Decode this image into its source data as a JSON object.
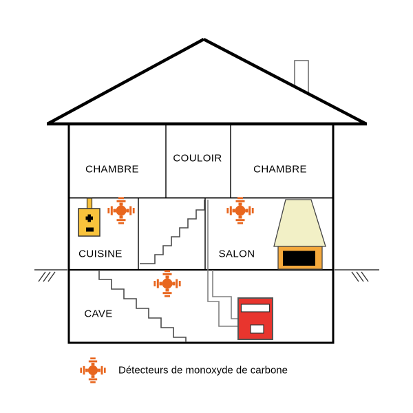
{
  "diagram": {
    "type": "house-cross-section",
    "subject": "carbon-monoxide-detector-placement"
  },
  "rooms": {
    "chambre_left": "CHAMBRE",
    "couloir": "COULOIR",
    "chambre_right": "CHAMBRE",
    "cuisine": "CUISINE",
    "salon": "SALON",
    "cave": "CAVE"
  },
  "legend": {
    "label": "Détecteurs de monoxyde de carbone"
  },
  "detectors": {
    "locations": [
      "cuisine",
      "salon",
      "cave"
    ]
  },
  "colors": {
    "detector": "#E8661E",
    "heater": "#F9C33C",
    "fireplace_hood": "#F2F0C6",
    "fireplace_base": "#F5A93C",
    "boiler": "#E8352E",
    "outline": "#000000",
    "stairs": "#4A4A4A",
    "pipes": "#808080"
  }
}
